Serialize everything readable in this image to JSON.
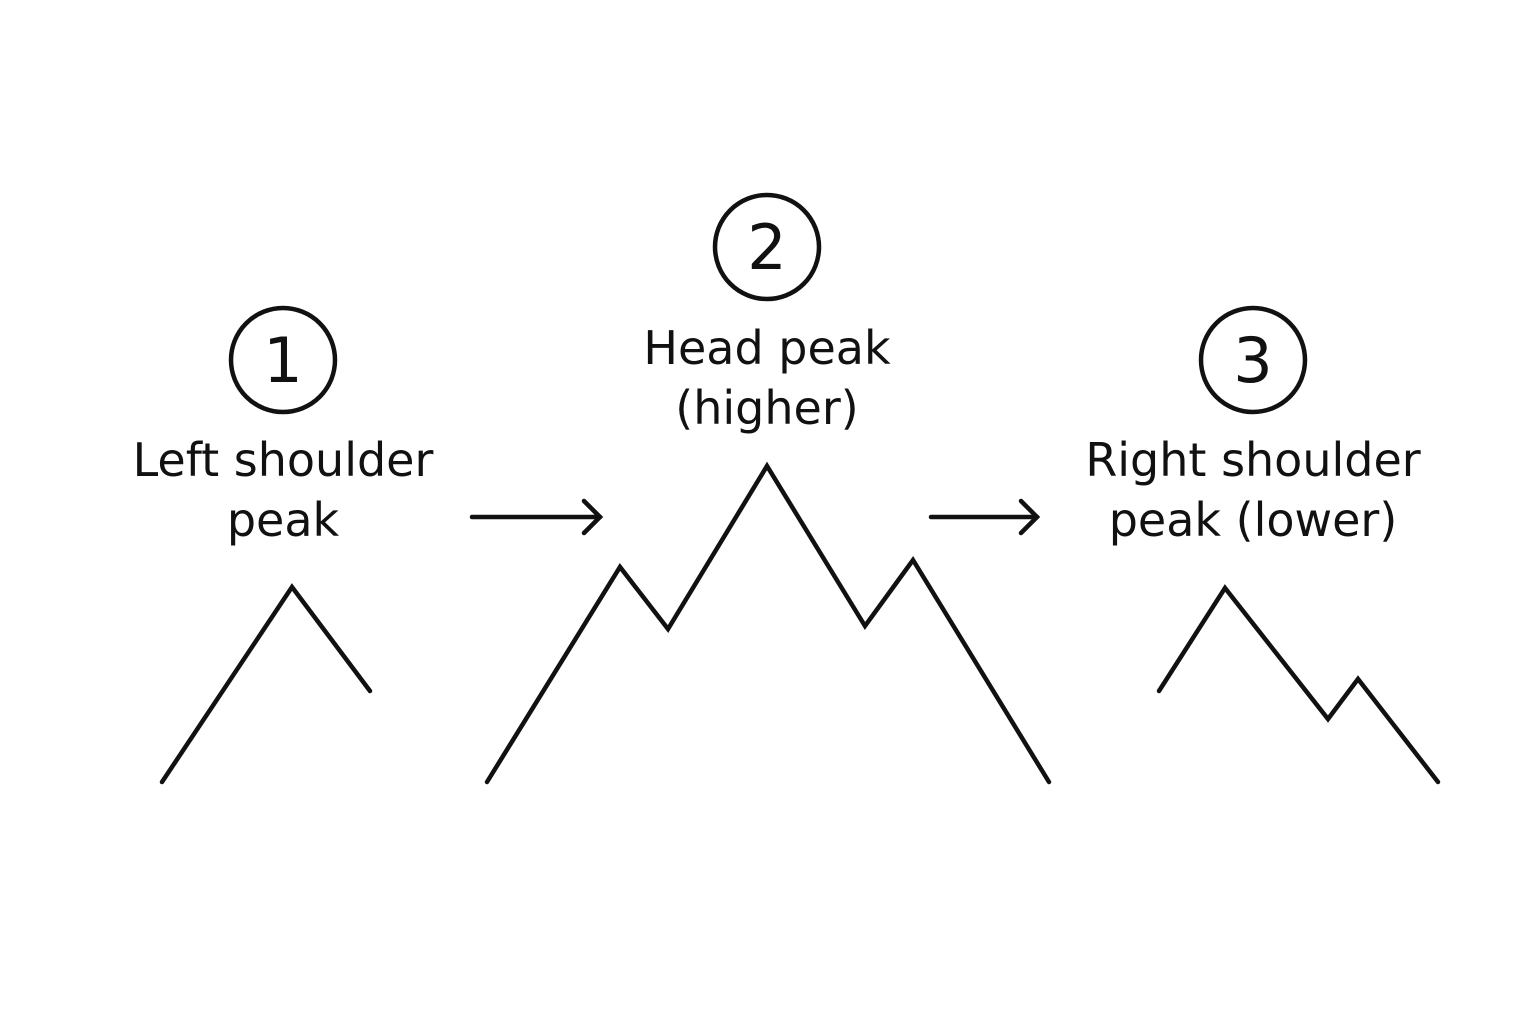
{
  "steps": [
    {
      "number": "1",
      "label_lines": [
        "Left shoulder",
        "peak"
      ]
    },
    {
      "number": "2",
      "label_lines": [
        "Head peak",
        "(higher)"
      ]
    },
    {
      "number": "3",
      "label_lines": [
        "Right shoulder",
        "peak (lower)"
      ]
    }
  ],
  "colors": {
    "stroke": "#111111",
    "background": "#ffffff"
  }
}
